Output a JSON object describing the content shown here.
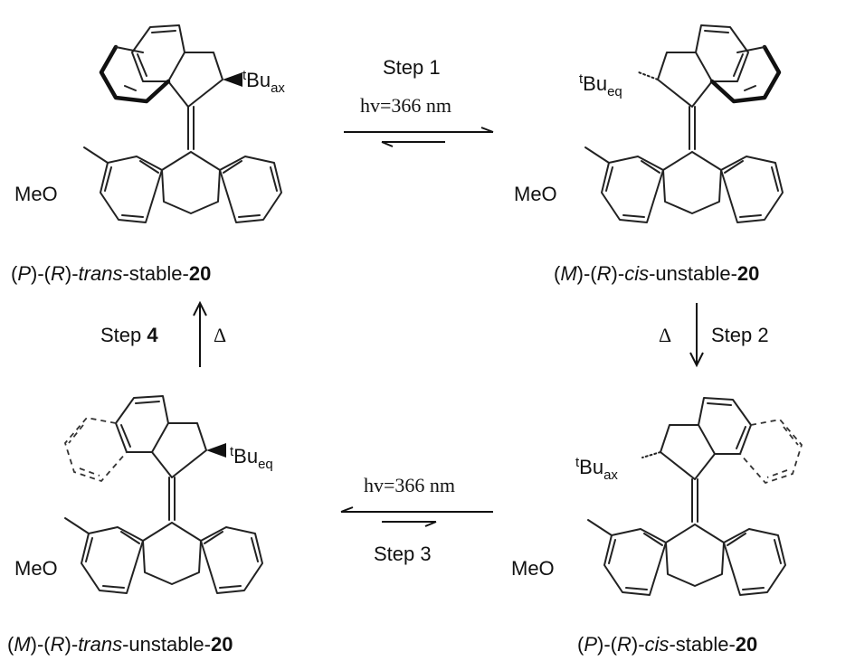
{
  "compounds": {
    "tl": {
      "pre": "(",
      "p": "P",
      "mid": ")-(",
      "r": "R",
      "post": ")-",
      "conf": "trans",
      "state": "-stable-",
      "num": "20",
      "substituent": "Bu",
      "sub_sup": "t",
      "sub_sub": "ax",
      "methoxy": "MeO"
    },
    "tr": {
      "pre": "(",
      "p": "M",
      "mid": ")-(",
      "r": "R",
      "post": ")-",
      "conf": "cis",
      "state": "-unstable-",
      "num": "20",
      "substituent": "Bu",
      "sub_sup": "t",
      "sub_sub": "eq",
      "methoxy": "MeO"
    },
    "br": {
      "pre": "(",
      "p": "P",
      "mid": ")-(",
      "r": "R",
      "post": ")-",
      "conf": "cis",
      "state": "-stable-",
      "num": "20",
      "substituent": "Bu",
      "sub_sup": "t",
      "sub_sub": "ax",
      "methoxy": "MeO"
    },
    "bl": {
      "pre": "(",
      "p": "M",
      "mid": ")-(",
      "r": "R",
      "post": ")-",
      "conf": "trans",
      "state": "-unstable-",
      "num": "20",
      "substituent": "Bu",
      "sub_sup": "t",
      "sub_sub": "eq",
      "methoxy": "MeO"
    }
  },
  "steps": {
    "s1": {
      "label": "Step 1",
      "condition": "hv=366 nm"
    },
    "s2": {
      "label": "Step 2",
      "condition": "Δ"
    },
    "s3": {
      "label": "Step 3",
      "condition": "hv=366 nm"
    },
    "s4": {
      "label_pre": "Step ",
      "label_num": "4",
      "condition": "Δ"
    }
  }
}
